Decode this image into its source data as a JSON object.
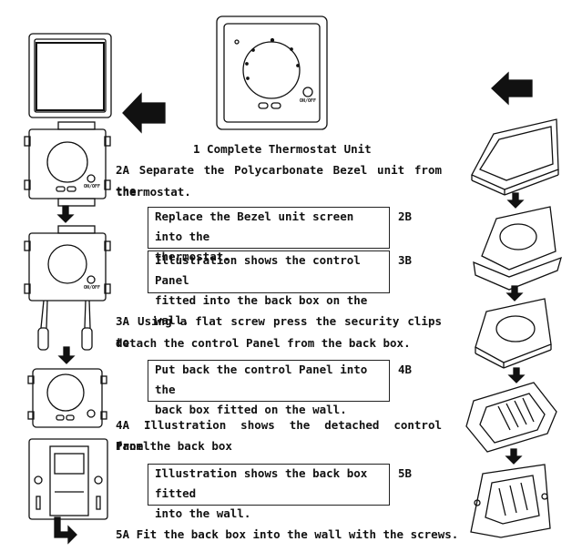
{
  "title": "1 Complete Thermostat Unit",
  "device_label": "ON/OFF",
  "steps": {
    "s2a": {
      "line1": "2A Separate the Polycarbonate Bezel unit from the",
      "line2": "thermostat."
    },
    "s2b": {
      "line1": "Replace the Bezel unit screen into the",
      "line2": "thermostat.",
      "tag": "2B"
    },
    "s3b": {
      "line1": "Illustration shows the control Panel",
      "line2": "fitted into the back box on the wall.",
      "tag": "3B"
    },
    "s3a": {
      "line1": "3A Using a flat screw press the security clips to",
      "line2": "detach the control Panel from the back box."
    },
    "s4b": {
      "line1": "Put back the control Panel into the",
      "line2": "back box fitted on the wall.",
      "tag": "4B"
    },
    "s4a": {
      "line1": "4A Illustration shows the detached control Panel",
      "line2": "from the back box"
    },
    "s5b": {
      "line1": "Illustration shows the back box fitted",
      "line2": "into the wall.",
      "tag": "5B"
    },
    "s5a": {
      "line1": "5A Fit the back box into the wall with the screws."
    }
  }
}
